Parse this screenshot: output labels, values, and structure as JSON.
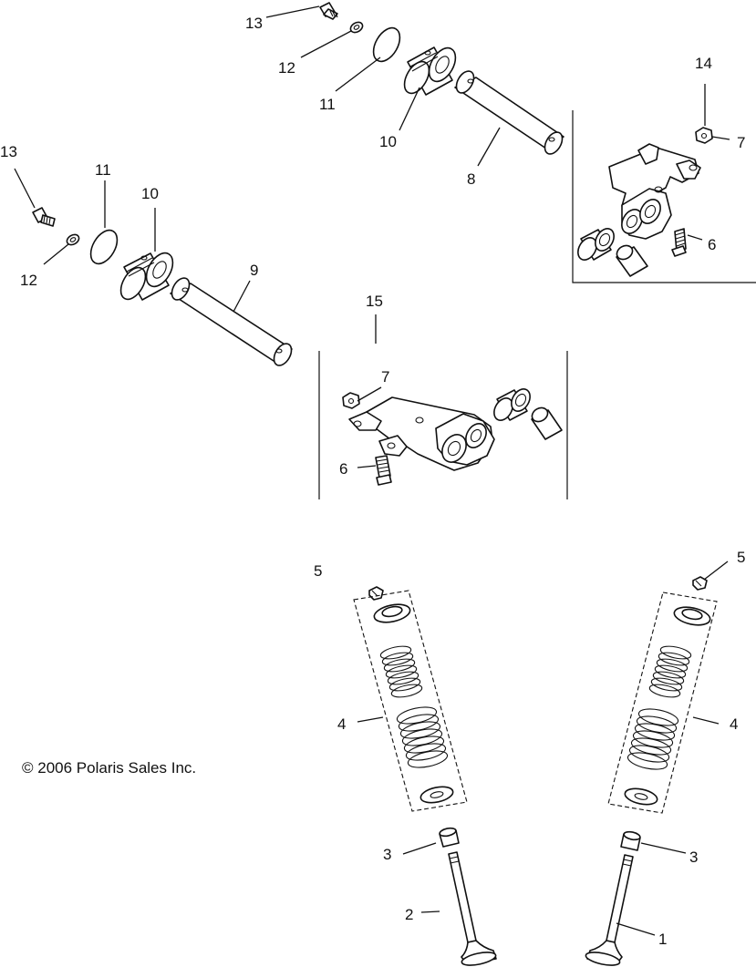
{
  "labels": {
    "p1": "1",
    "p2": "2",
    "p3": "3",
    "p4": "4",
    "p5": "5",
    "p6": "6",
    "p7": "7",
    "p8": "8",
    "p9": "9",
    "p10": "10",
    "p11": "11",
    "p12": "12",
    "p13": "13",
    "p14": "14",
    "p15": "15"
  },
  "copyright": "© 2006 Polaris Sales Inc."
}
